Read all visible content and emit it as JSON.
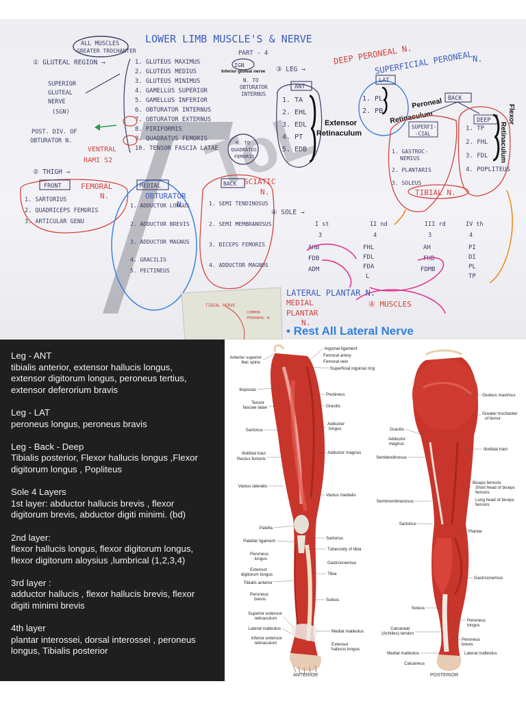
{
  "board": {
    "title_box": [
      "ALL MUSCLES",
      "GREATER TROCHANTER"
    ],
    "title": "LOWER LIMB MUSCLE'S & NERVE",
    "part": "PART - 4",
    "gluteal_header": "① GLUTEAL REGION →",
    "gluteal_muscles": [
      "1. GLUTEUS MAXIMUS",
      "2. GLUTEUS MEDIUS",
      "3. GLUTEUS MINIMUS",
      "4. GAMELLUS SUPERIOR",
      "5. GAMELLUS INFERIOR",
      "6. OBTURATOR INTERNUS",
      "7. OBTURATOR EXTERNUS",
      "8. PIRIFORMIS",
      "9. QUADRATUS FEMORIS",
      "10. TENSOR FASCIA LATAE"
    ],
    "igm_label": "IGN",
    "igm_note": "Inferior gluteal nerve",
    "n_to_obturator": [
      "N. TO",
      "OBTURATOR",
      "INTERNUS"
    ],
    "sgn_note": [
      "SUPERIOR",
      "GLUTEAL",
      "NERVE",
      "(SGN)"
    ],
    "post_div": [
      "POST. DIV. OF",
      "OBTURATOR N."
    ],
    "ventral": [
      "VENTRAL",
      "RAMI S2"
    ],
    "quadratus_note": [
      "N. TO",
      "QUADRATUS",
      "FEMORIS"
    ],
    "thigh_header": "② THIGH →",
    "front_label": "FRONT",
    "femoral": [
      "FEMORAL",
      "N."
    ],
    "front_muscles": [
      "1. SARTORIUS",
      "2. QUADRICEPS FEMORIS",
      "3. ARTICULAR GENU"
    ],
    "medial_label": "MEDIAL",
    "obturator": [
      "OBTURATOR",
      "N."
    ],
    "medial_muscles": [
      "1. ADDUCTOR LONGUS",
      "2. ADDUCTOR BREVIS",
      "3. ADDUCTOR MAGNUS",
      "4. GRACILIS",
      "5. PECTINEUS"
    ],
    "back_label": "BACK",
    "sciatic": [
      "SCIATIC",
      "N."
    ],
    "back_muscles": [
      "1. SEMI TENDINOSUS",
      "2. SEMI MEMBRANOSUS",
      "3. BICEPS FEMORIS",
      "4. ADDUCTOR MAGNUS"
    ],
    "leg_header": "③ LEG →",
    "deep_peroneal": "DEEP PERONEAL N.",
    "superficial_peroneal": [
      "SUPERFICIAL PERONEAL",
      "N."
    ],
    "ant_label": "ANT",
    "ant_muscles": [
      "1. TA",
      "2. EHL",
      "3. EDL",
      "4. PT",
      "5. EDB"
    ],
    "extensor_label": [
      "Extensor",
      "Retinaculum"
    ],
    "lat_label": "LAT",
    "lat_muscles": [
      "1. PL",
      "2. PB"
    ],
    "peroneal_label": [
      "Peroneal",
      "Retinaculum"
    ],
    "back_leg_label": "BACK",
    "superficial_label": [
      "SUPERFI-",
      "-CIAL"
    ],
    "deep_label": "DEEP",
    "superficial_muscles": [
      "1. GASTROC-",
      "NEMIUS",
      "2. PLANTARIS",
      "3. SOLEUS"
    ],
    "deep_muscles": [
      "1. TP",
      "2. FHL",
      "3. FDL",
      "4. POPLITEUS"
    ],
    "flexor_label": [
      "Flexor",
      "Retinaculum"
    ],
    "tibial_label": "TIBIAL N.",
    "sole_header": "④ SOLE →",
    "sole_layers": [
      "I st",
      "II nd",
      "III rd",
      "IV th"
    ],
    "sole_counts": [
      "3",
      "4",
      "3",
      "4"
    ],
    "layer1": [
      "AHB",
      "FDB",
      "ADM"
    ],
    "layer2": [
      "FHL",
      "FDL",
      "FDA",
      "L"
    ],
    "layer3": [
      "AH",
      "FHB",
      "FDMB"
    ],
    "layer4": [
      "PI",
      "DI",
      "PL",
      "TP"
    ],
    "lateral_plantar": "LATERAL PLANTAR N.",
    "medial_plantar": [
      "MEDIAL",
      "PLANTAR",
      "N."
    ],
    "muscles_4": "④ MUSCLES",
    "thumb_note": [
      "TIBIAL NERVE",
      "COMMON",
      "PERONEAL N."
    ],
    "caption": "• Rest All Lateral Nerve"
  },
  "notes": [
    {
      "lines": [
        "Leg - ANT",
        "tibialis anterior, extensor hallucis longus,",
        "extensor digitorum longus, peroneus tertius,",
        "extensor deferorium bravis"
      ]
    },
    {
      "lines": [
        "Leg - LAT",
        "peroneus longus, peroneus bravis"
      ]
    },
    {
      "lines": [
        "Leg - Back - Deep",
        "Tibialis posterior, Flexor hallucis longus ,Flexor",
        "digitorum longus , Popliteus"
      ]
    },
    {
      "lines": [
        "Sole 4 Layers",
        "1st layer: abductor hallucis brevis , flexor",
        "digitorum brevis, abductor digiti minimi. (bd)"
      ]
    },
    {
      "lines": [
        "2nd layer:",
        "flexor hallucis longus, flexor digitorum longus,",
        "flexor digitorum aloysius ,lumbrical (1,2,3,4)"
      ]
    },
    {
      "lines": [
        "3rd layer :",
        "adductor hallucis , flexor hallucis brevis, flexor",
        "digiti minimi brevis"
      ]
    },
    {
      "lines": [
        "4th layer",
        "plantar interossei, dorsal interossei , peroneus",
        "longus, Tibialis posterior"
      ]
    }
  ],
  "anatomy": {
    "anterior_left": [
      "Anterior superior",
      "iliac spine",
      "Iliopsoas",
      "Tensor",
      "fasciae latae",
      "Sartorius",
      "Iliotibial tract",
      "Rectus femoris",
      "Vastus lateralis",
      "Patella",
      "Patellar ligament",
      "Peroneus",
      "longus",
      "Extensor",
      "digitorum longus",
      "Tibialis anterior",
      "Peroneus",
      "brevis",
      "Superior extensor",
      "retinaculum",
      "Lateral malleolus",
      "Inferior extensor",
      "retinaculum"
    ],
    "anterior_right": [
      "Inguinal ligament",
      "Femoral artery",
      "Femoral vein",
      "Superficial inguinal ring",
      "Pectineus",
      "Gracilis",
      "Adductor",
      "longus",
      "Adductor magnus",
      "Vastus medialis",
      "Sartorius",
      "Tuberosity of tibia",
      "Gastrocnemius",
      "Tibia",
      "Soleus",
      "Medial malleolus",
      "Extensor",
      "hallucis longus"
    ],
    "posterior_left": [
      "Gracilis",
      "Adductor",
      "magnus",
      "Semitendinosus",
      "Semimembranosus",
      "Sartorius",
      "Soleus",
      "Calcaneal",
      "(Achilles) tendon",
      "Medial malleolus",
      "Calcaneus"
    ],
    "posterior_right": [
      "Gluteus maximus",
      "Greater trochanter",
      "of femur",
      "Iliotibial tract",
      "Biceps femoris:",
      "Short head of biceps",
      "femoris",
      "Long head of biceps",
      "femoris",
      "Plantar",
      "Gastrocnemius",
      "Peroneus",
      "longus",
      "Peroneus",
      "brevis",
      "Lateral malleolus"
    ],
    "view_anterior": "ANTERIOR",
    "view_posterior": "POSTERIOR"
  }
}
